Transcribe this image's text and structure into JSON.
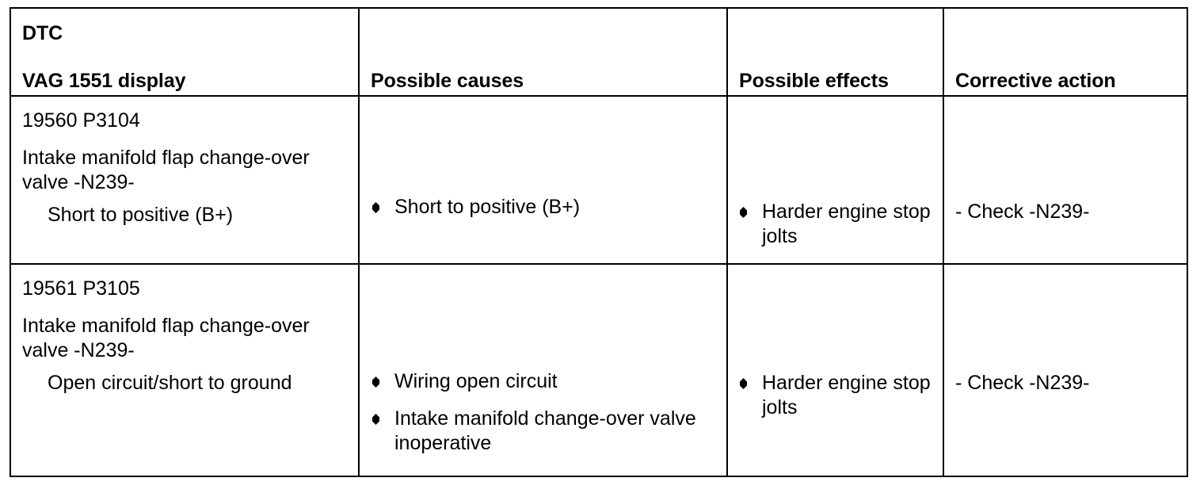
{
  "document": {
    "type": "dtc-fault-table",
    "bullet_glyph": "filled-diamond",
    "text_color": "#000000",
    "background_color": "#ffffff",
    "border_color": "#000000"
  },
  "table": {
    "headers": {
      "col1_line1": "DTC",
      "col1_line2": "VAG 1551 display",
      "col2": "Possible causes",
      "col3": "Possible effects",
      "col4": "Corrective action"
    },
    "rows": [
      {
        "dtc_code": "19560 P3104",
        "dtc_description": "Intake manifold flap change-over valve -N239-",
        "dtc_condition": "Short to positive (B+)",
        "possible_causes": [
          "Short to positive (B+)"
        ],
        "possible_effects": [
          "Harder engine stop jolts"
        ],
        "corrective_action": "- Check -N239-"
      },
      {
        "dtc_code": "19561 P3105",
        "dtc_description": "Intake manifold flap change-over valve -N239-",
        "dtc_condition": "Open circuit/short to ground",
        "possible_causes": [
          "Wiring open circuit",
          "Intake manifold change-over valve inoperative"
        ],
        "possible_effects": [
          "Harder engine stop jolts"
        ],
        "corrective_action": "- Check -N239-"
      }
    ]
  }
}
